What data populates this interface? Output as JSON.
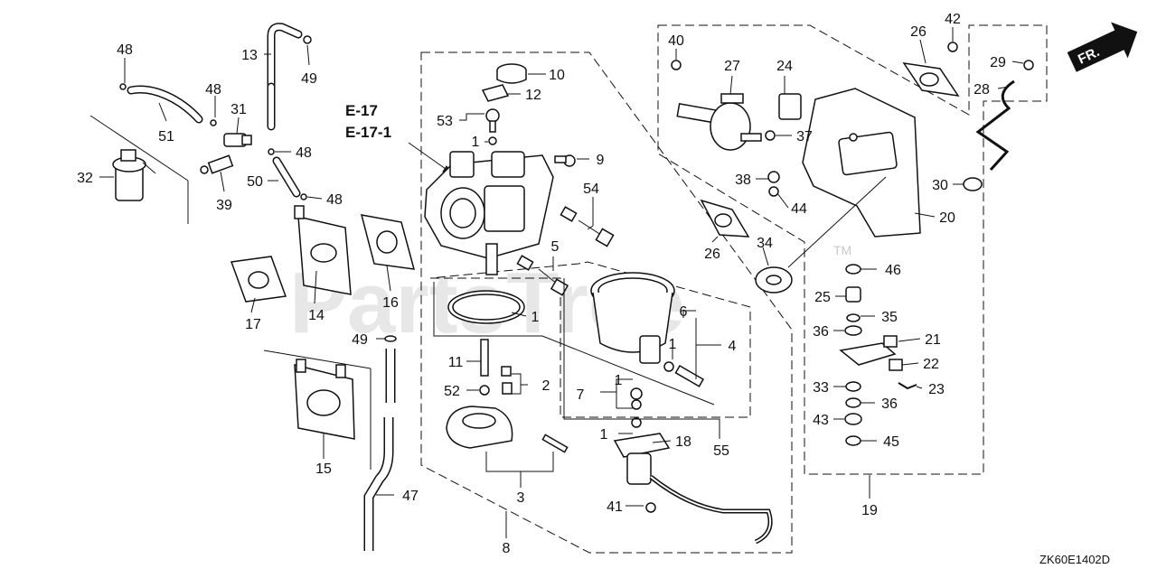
{
  "diagram": {
    "watermark": "PartsTree",
    "trademark": "TM",
    "diagram_code": "ZK60E1402D",
    "direction_label": "FR.",
    "references": [
      "E-17",
      "E-17-1"
    ],
    "callouts": [
      "1",
      "2",
      "3",
      "4",
      "5",
      "6",
      "7",
      "8",
      "9",
      "10",
      "11",
      "12",
      "13",
      "14",
      "15",
      "16",
      "17",
      "18",
      "19",
      "20",
      "21",
      "22",
      "23",
      "24",
      "25",
      "26",
      "27",
      "28",
      "29",
      "30",
      "31",
      "32",
      "33",
      "34",
      "35",
      "36",
      "37",
      "38",
      "39",
      "40",
      "41",
      "42",
      "43",
      "44",
      "45",
      "46",
      "47",
      "48",
      "49",
      "50",
      "51",
      "52",
      "53",
      "54",
      "55"
    ]
  }
}
